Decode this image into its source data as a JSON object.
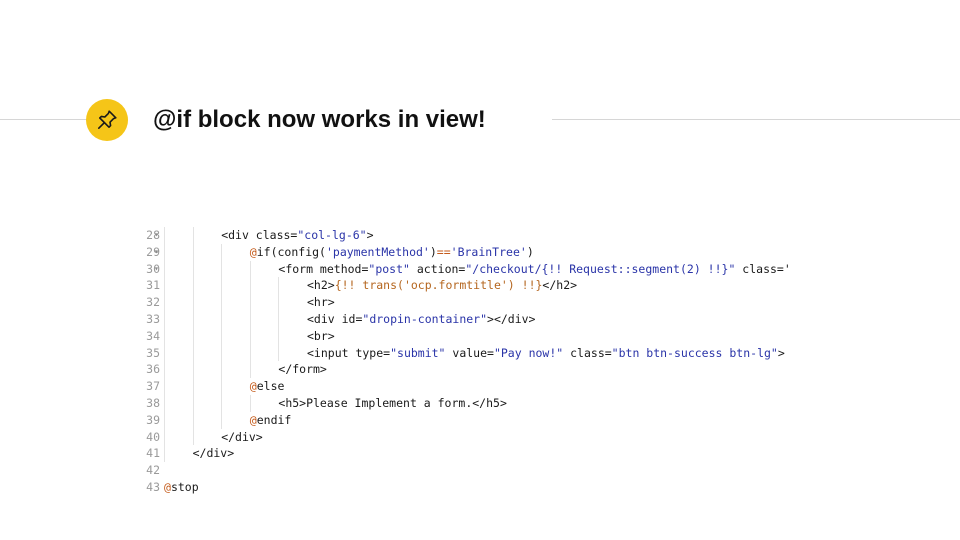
{
  "slide": {
    "title": "@if block now works in view!",
    "icon": "pushpin-icon",
    "accent_color": "#f5c518"
  },
  "code": {
    "lines": [
      {
        "num": "28",
        "fold": true,
        "indent": 2,
        "segments": [
          [
            "<div class=",
            "default"
          ],
          [
            "\"col-lg-6\"",
            "string"
          ],
          [
            ">",
            "default"
          ]
        ]
      },
      {
        "num": "29",
        "fold": true,
        "indent": 3,
        "segments": [
          [
            "@",
            "directive"
          ],
          [
            "if(config(",
            "default"
          ],
          [
            "'paymentMethod'",
            "string"
          ],
          [
            ")",
            "default"
          ],
          [
            "==",
            "directive"
          ],
          [
            "'BrainTree'",
            "string"
          ],
          [
            ")",
            "default"
          ]
        ]
      },
      {
        "num": "30",
        "fold": true,
        "indent": 4,
        "segments": [
          [
            "<form method=",
            "default"
          ],
          [
            "\"post\"",
            "string"
          ],
          [
            " action=",
            "default"
          ],
          [
            "\"/checkout/{!! Request::segment(2) !!}\"",
            "string"
          ],
          [
            " class='",
            "default"
          ]
        ]
      },
      {
        "num": "31",
        "fold": false,
        "indent": 5,
        "segments": [
          [
            "<h2>",
            "default"
          ],
          [
            "{!! trans('ocp.formtitle') !!}",
            "blade"
          ],
          [
            "</h2>",
            "default"
          ]
        ]
      },
      {
        "num": "32",
        "fold": false,
        "indent": 5,
        "segments": [
          [
            "<hr>",
            "default"
          ]
        ]
      },
      {
        "num": "33",
        "fold": false,
        "indent": 5,
        "segments": [
          [
            "<div id=",
            "default"
          ],
          [
            "\"dropin-container\"",
            "string"
          ],
          [
            "></div>",
            "default"
          ]
        ]
      },
      {
        "num": "34",
        "fold": false,
        "indent": 5,
        "segments": [
          [
            "<br>",
            "default"
          ]
        ]
      },
      {
        "num": "35",
        "fold": false,
        "indent": 5,
        "segments": [
          [
            "<input type=",
            "default"
          ],
          [
            "\"submit\"",
            "string"
          ],
          [
            " value=",
            "default"
          ],
          [
            "\"Pay now!\"",
            "string"
          ],
          [
            " class=",
            "default"
          ],
          [
            "\"btn btn-success btn-lg\"",
            "string"
          ],
          [
            ">",
            "default"
          ]
        ]
      },
      {
        "num": "36",
        "fold": false,
        "indent": 4,
        "segments": [
          [
            "</form>",
            "default"
          ]
        ]
      },
      {
        "num": "37",
        "fold": false,
        "indent": 3,
        "segments": [
          [
            "@",
            "directive"
          ],
          [
            "else",
            "default"
          ]
        ]
      },
      {
        "num": "38",
        "fold": false,
        "indent": 4,
        "segments": [
          [
            "<h5>Please Implement a form.</h5>",
            "default"
          ]
        ]
      },
      {
        "num": "39",
        "fold": false,
        "indent": 3,
        "segments": [
          [
            "@",
            "directive"
          ],
          [
            "endif",
            "default"
          ]
        ]
      },
      {
        "num": "40",
        "fold": false,
        "indent": 2,
        "segments": [
          [
            "</div>",
            "default"
          ]
        ]
      },
      {
        "num": "41",
        "fold": false,
        "indent": 1,
        "segments": [
          [
            "</div>",
            "default"
          ]
        ]
      },
      {
        "num": "42",
        "fold": false,
        "indent": 0,
        "segments": []
      },
      {
        "num": "43",
        "fold": false,
        "indent": 0,
        "segments": [
          [
            "@",
            "directive"
          ],
          [
            "stop",
            "default"
          ]
        ]
      }
    ]
  }
}
